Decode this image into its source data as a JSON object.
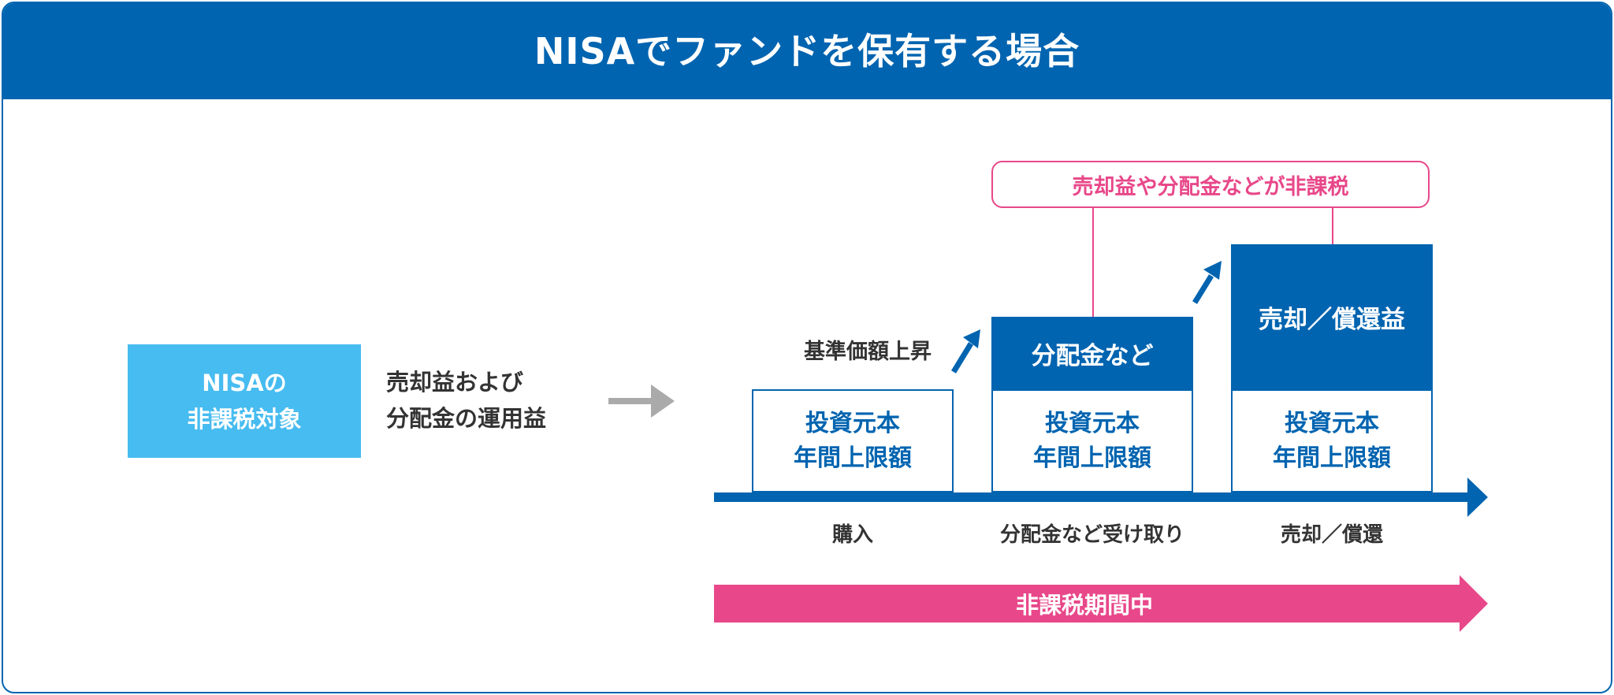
{
  "header": {
    "title": "NISAでファンドを保有する場合"
  },
  "target": {
    "line1": "NISAの",
    "line2": "非課税対象",
    "desc_line1": "売却益および",
    "desc_line2": "分配金の運用益"
  },
  "steps": [
    {
      "principal_line1": "投資元本",
      "principal_line2": "年間上限額",
      "label": "購入"
    },
    {
      "gain": "分配金など",
      "principal_line1": "投資元本",
      "principal_line2": "年間上限額",
      "label": "分配金など受け取り"
    },
    {
      "gain": "売却／償還益",
      "principal_line1": "投資元本",
      "principal_line2": "年間上限額",
      "label": "売却／償還"
    }
  ],
  "rise_label": "基準価額上昇",
  "callout": "売却益や分配金などが非課税",
  "period": "非課税期間中",
  "colors": {
    "primary": "#0064b0",
    "light_blue": "#47bcf0",
    "pink": "#e8488a",
    "gray_arrow": "#aaaaaa"
  }
}
